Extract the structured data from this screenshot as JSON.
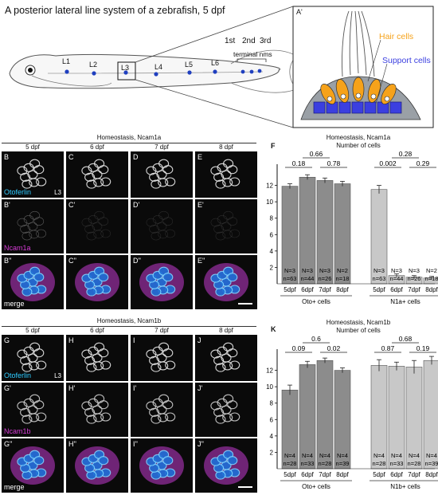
{
  "top": {
    "title": "A posterior lateral line system of a zebrafish, 5 dpf",
    "neuromasts": [
      "L1",
      "L2",
      "L3",
      "L4",
      "L5",
      "L6"
    ],
    "ordinals": [
      "1st",
      "2nd",
      "3rd"
    ],
    "terminal": "terminal nms",
    "panelA2": "A'",
    "hair_cells": "Hair cells",
    "support_cells": "Support cells"
  },
  "ncam1a": {
    "header": "Homeostasis, Ncam1a",
    "days": [
      "5 dpf",
      "6 dpf",
      "7 dpf",
      "8 dpf"
    ],
    "row_labels": [
      [
        "B",
        "C",
        "D",
        "E"
      ],
      [
        "B'",
        "C'",
        "D'",
        "E'"
      ],
      [
        "B''",
        "C''",
        "D''",
        "E''"
      ]
    ],
    "ch1": "Otoferlin",
    "ch2": "Ncam1a",
    "ch3": "merge",
    "l3": "L3"
  },
  "ncam1b": {
    "header": "Homeostasis, Ncam1b",
    "days": [
      "5 dpf",
      "6 dpf",
      "7 dpf",
      "8 dpf"
    ],
    "row_labels": [
      [
        "G",
        "H",
        "I",
        "J"
      ],
      [
        "G'",
        "H'",
        "I'",
        "J'"
      ],
      [
        "G''",
        "H''",
        "I''",
        "J''"
      ]
    ],
    "ch1": "Otoferlin",
    "ch2": "Ncam1b",
    "ch3": "merge",
    "l3": "L3"
  },
  "chart_data": [
    {
      "type": "bar",
      "panel": "F",
      "title": "Homeostasis, Ncam1a",
      "subtitle": "Number of cells",
      "ylim": [
        0,
        14
      ],
      "yticks": [
        2,
        4,
        6,
        8,
        10,
        12
      ],
      "categories": [
        "5dpf",
        "6dpf",
        "7dpf",
        "8dpf"
      ],
      "groups": [
        {
          "name": "Oto+ cells",
          "values": [
            11.9,
            13.0,
            12.6,
            12.2
          ],
          "errors": [
            0.3,
            0.3,
            0.3,
            0.3
          ],
          "N": [
            "N=3",
            "N=3",
            "N=3",
            "N=2"
          ],
          "n": [
            "n=63",
            "n=44",
            "n=26",
            "n=18"
          ],
          "color": "#8c8c8c"
        },
        {
          "name": "N1a+ cells",
          "values": [
            11.5,
            1.0,
            0.8,
            0.7
          ],
          "errors": [
            0.5,
            0.2,
            0.2,
            0.2
          ],
          "N": [
            "N=3",
            "N=3",
            "N=3",
            "N=2"
          ],
          "n": [
            "n=63",
            "n=44",
            "n=26",
            "n=18"
          ],
          "color": "#c8c8c8"
        }
      ],
      "pvalues": [
        {
          "label": "0.18",
          "group": 0,
          "from": 0,
          "to": 1,
          "level": 1
        },
        {
          "label": "0.78",
          "group": 0,
          "from": 2,
          "to": 3,
          "level": 1
        },
        {
          "label": "0.66",
          "group": 0,
          "from": 1,
          "to": 2,
          "level": 2
        },
        {
          "label": "0.002",
          "group": 1,
          "from": 0,
          "to": 1,
          "level": 1
        },
        {
          "label": "0.29",
          "group": 1,
          "from": 2,
          "to": 3,
          "level": 1
        },
        {
          "label": "0.28",
          "group": 1,
          "from": 1,
          "to": 2,
          "level": 2
        }
      ]
    },
    {
      "type": "bar",
      "panel": "K",
      "title": "Homeostasis, Ncam1b",
      "subtitle": "Number of cells",
      "ylim": [
        0,
        14
      ],
      "yticks": [
        2,
        4,
        6,
        8,
        10,
        12
      ],
      "categories": [
        "5dpf",
        "6dpf",
        "7dpf",
        "8dpf"
      ],
      "groups": [
        {
          "name": "Oto+ cells",
          "values": [
            9.6,
            12.7,
            13.2,
            12.0
          ],
          "errors": [
            0.6,
            0.4,
            0.3,
            0.3
          ],
          "N": [
            "N=4",
            "N=4",
            "N=4",
            "N=4"
          ],
          "n": [
            "n=28",
            "n=33",
            "n=28",
            "n=39"
          ],
          "color": "#8c8c8c"
        },
        {
          "name": "N1b+ cells",
          "values": [
            12.6,
            12.5,
            12.4,
            13.2
          ],
          "errors": [
            0.7,
            0.5,
            0.8,
            0.5
          ],
          "N": [
            "N=4",
            "N=4",
            "N=4",
            "N=4"
          ],
          "n": [
            "n=28",
            "n=33",
            "n=28",
            "n=39"
          ],
          "color": "#c8c8c8"
        }
      ],
      "pvalues": [
        {
          "label": "0.09",
          "group": 0,
          "from": 0,
          "to": 1,
          "level": 1
        },
        {
          "label": "0.02",
          "group": 0,
          "from": 2,
          "to": 3,
          "level": 1
        },
        {
          "label": "0.6",
          "group": 0,
          "from": 1,
          "to": 2,
          "level": 2
        },
        {
          "label": "0.87",
          "group": 1,
          "from": 0,
          "to": 1,
          "level": 1
        },
        {
          "label": "0.19",
          "group": 1,
          "from": 2,
          "to": 3,
          "level": 1
        },
        {
          "label": "0.68",
          "group": 1,
          "from": 1,
          "to": 2,
          "level": 2
        }
      ]
    }
  ]
}
